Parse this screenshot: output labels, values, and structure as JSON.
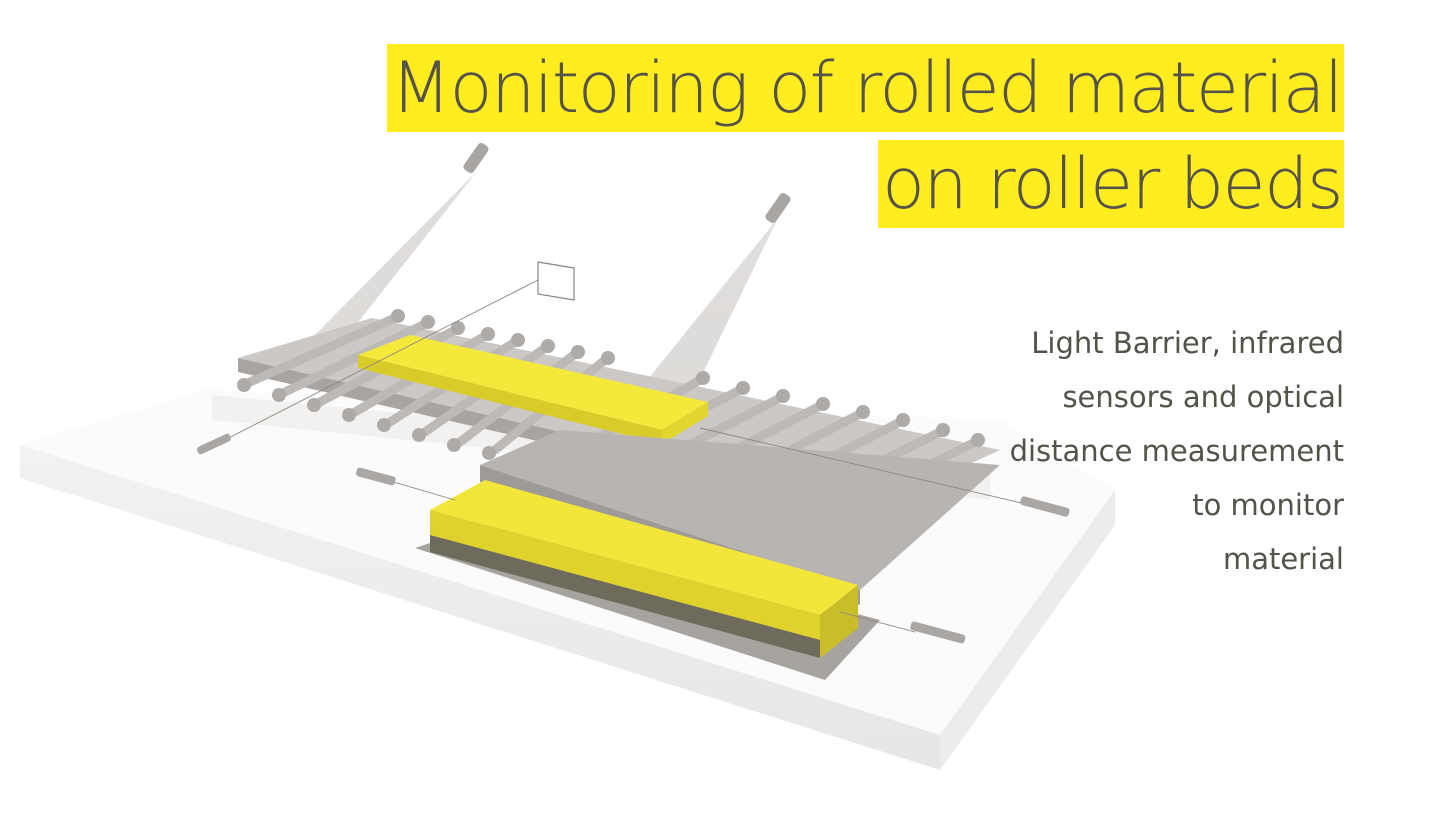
{
  "title": {
    "line1": "Monitoring of rolled material",
    "line2": "on roller beds"
  },
  "description": {
    "lines": [
      "Light Barrier, infrared",
      "sensors and optical",
      "distance measurement",
      "to monitor",
      "material"
    ]
  },
  "colors": {
    "highlight": "#ffed1f",
    "text": "#55524a",
    "machine": "#b2aeab",
    "material": "#f2e63a"
  }
}
